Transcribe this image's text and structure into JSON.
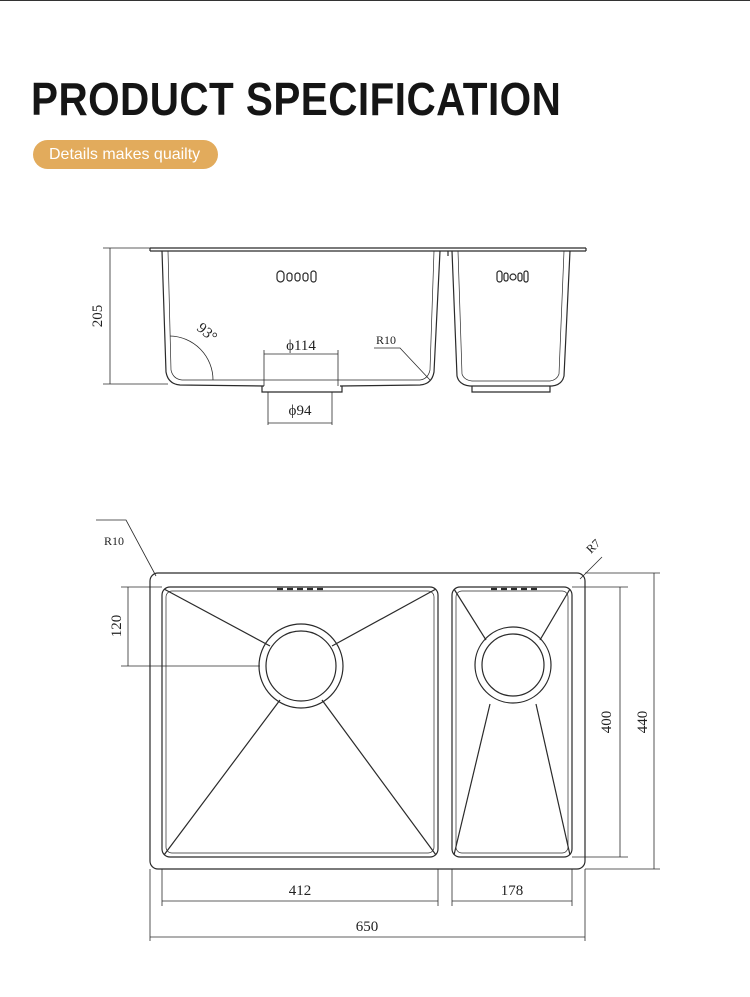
{
  "header": {
    "title": "PRODUCT SPECIFICATION",
    "badge": "Details makes quailty"
  },
  "side_view": {
    "height": "205",
    "angle": "93°",
    "top_drain": "ϕ114",
    "radius": "R10",
    "bottom_drain": "ϕ94"
  },
  "top_view": {
    "radius_left": "R10",
    "radius_right": "R7",
    "drain_offset": "120",
    "inner_depth": "400",
    "outer_depth": "440",
    "left_width": "412",
    "right_width": "178",
    "total_width": "650"
  },
  "colors": {
    "badge": "#e2ab5c",
    "line": "#2a2a2a"
  }
}
